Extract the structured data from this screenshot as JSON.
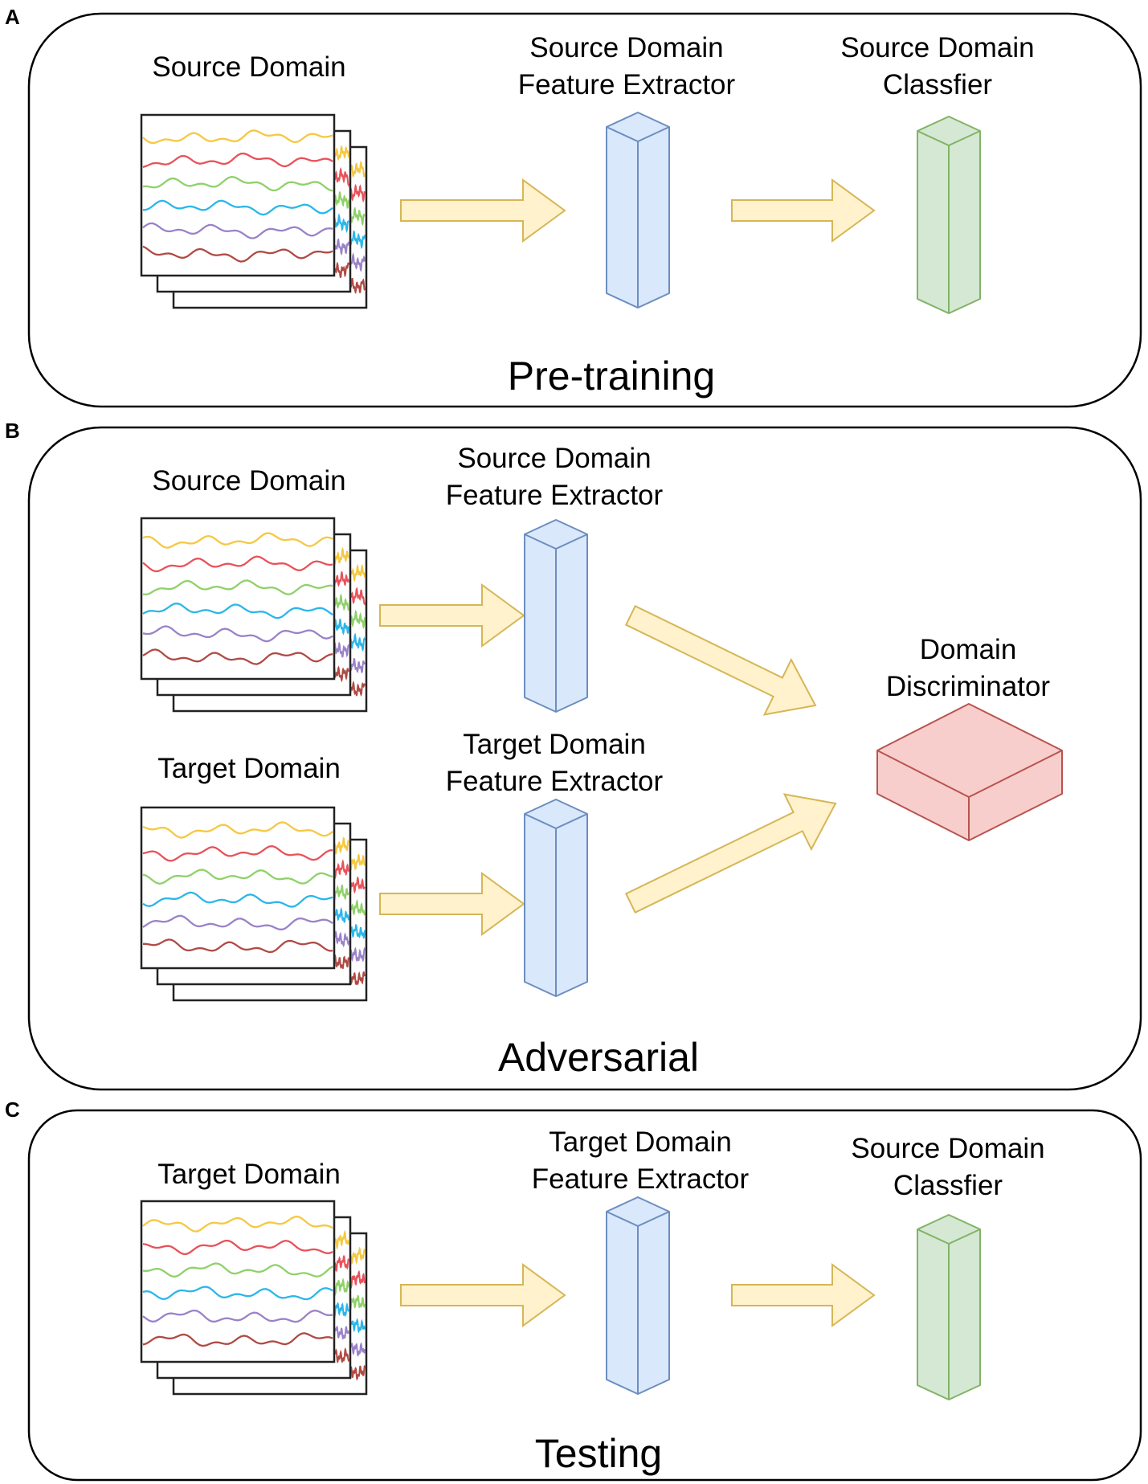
{
  "panels": [
    {
      "letter": "A",
      "title": "Pre-training",
      "input_label": "Source Domain",
      "extractor_label": [
        "Source Domain",
        "Feature Extractor"
      ],
      "classifier_label": [
        "Source Domain",
        "Classfier"
      ]
    },
    {
      "letter": "B",
      "title": "Adversarial",
      "source_input_label": "Source Domain",
      "source_extractor_label": [
        "Source Domain",
        "Feature Extractor"
      ],
      "target_input_label": "Target Domain",
      "target_extractor_label": [
        "Target Domain",
        "Feature Extractor"
      ],
      "discriminator_label": [
        "Domain",
        "Discriminator"
      ]
    },
    {
      "letter": "C",
      "title": "Testing",
      "input_label": "Target Domain",
      "extractor_label": [
        "Target Domain",
        "Feature Extractor"
      ],
      "classifier_label": [
        "Source Domain",
        "Classfier"
      ]
    }
  ],
  "colors": {
    "arrow_fill": "#fff2cc",
    "arrow_stroke": "#d6b656",
    "extractor_fill": "#dae8fc",
    "extractor_stroke": "#6c8ebf",
    "classifier_fill": "#d5e8d4",
    "classifier_stroke": "#82b366",
    "discriminator_fill": "#f8cecc",
    "discriminator_stroke": "#b85450",
    "signal_colors": [
      "#f5c842",
      "#e8525a",
      "#8fd16a",
      "#2bb6ea",
      "#9a82c8",
      "#b04a44"
    ]
  },
  "icons": [
    "signal-stack-icon",
    "feature-extractor-icon",
    "classifier-icon",
    "discriminator-icon",
    "arrow-icon"
  ]
}
